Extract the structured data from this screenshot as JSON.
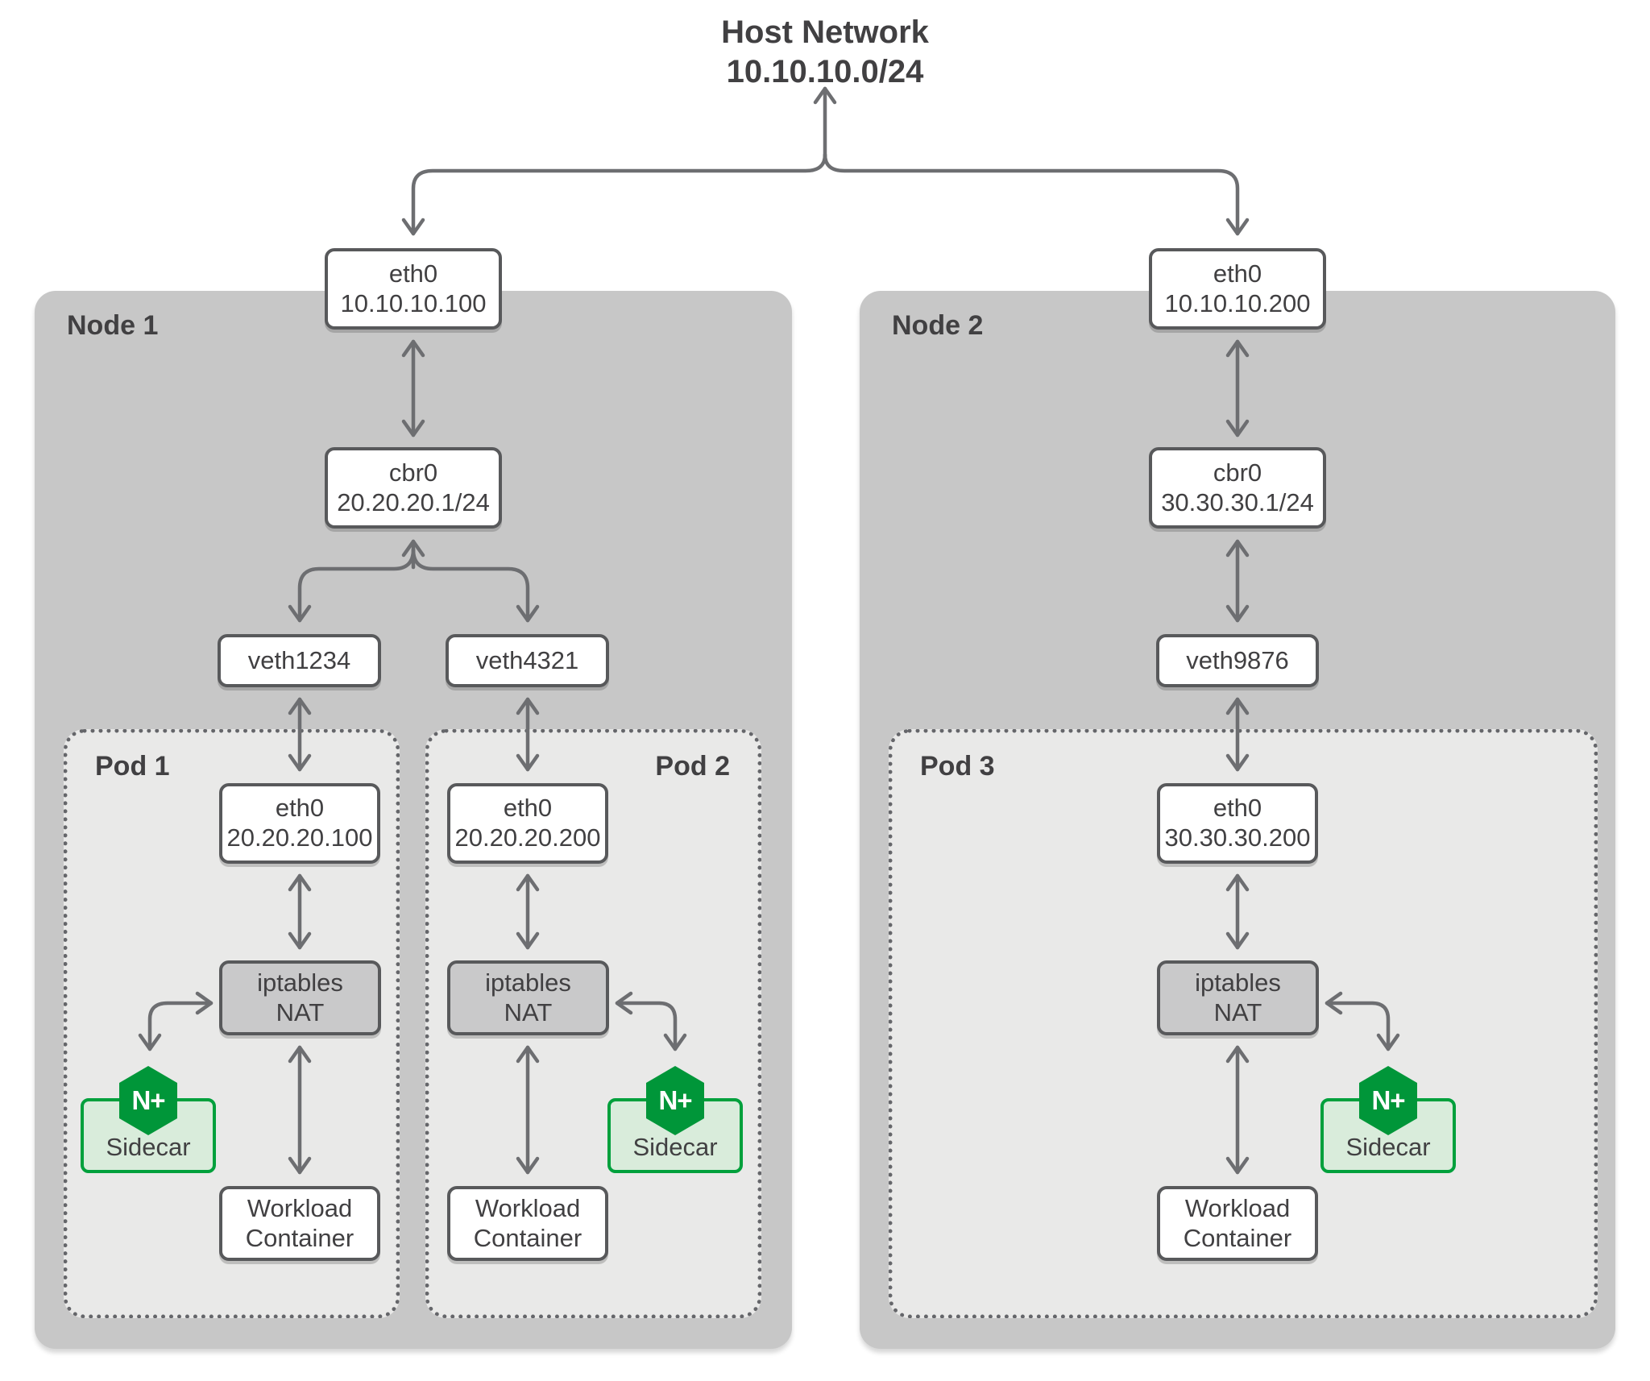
{
  "title": {
    "line1": "Host Network",
    "line2": "10.10.10.0/24"
  },
  "colors": {
    "nginx_green": "#009639",
    "sidecar_border": "#00a03c",
    "sidecar_fill": "#d9ecdb",
    "node_fill": "#c7c7c7",
    "pod_fill": "#e9e9e8",
    "nat_fill": "#c9c9ca",
    "box_border": "#58595b",
    "arrow": "#6d6e71",
    "text": "#414042"
  },
  "nodes": [
    {
      "label": "Node 1",
      "eth0": {
        "name": "eth0",
        "ip": "10.10.10.100"
      },
      "bridge": {
        "name": "cbr0",
        "ip": "20.20.20.1/24"
      },
      "veths": [
        "veth1234",
        "veth4321"
      ],
      "pods": [
        {
          "label": "Pod 1",
          "eth0": {
            "name": "eth0",
            "ip": "20.20.20.100"
          },
          "nat": {
            "line1": "iptables",
            "line2": "NAT"
          },
          "sidecar": {
            "icon": "N+",
            "label": "Sidecar"
          },
          "workload": {
            "line1": "Workload",
            "line2": "Container"
          }
        },
        {
          "label": "Pod 2",
          "eth0": {
            "name": "eth0",
            "ip": "20.20.20.200"
          },
          "nat": {
            "line1": "iptables",
            "line2": "NAT"
          },
          "sidecar": {
            "icon": "N+",
            "label": "Sidecar"
          },
          "workload": {
            "line1": "Workload",
            "line2": "Container"
          }
        }
      ]
    },
    {
      "label": "Node 2",
      "eth0": {
        "name": "eth0",
        "ip": "10.10.10.200"
      },
      "bridge": {
        "name": "cbr0",
        "ip": "30.30.30.1/24"
      },
      "veths": [
        "veth9876"
      ],
      "pods": [
        {
          "label": "Pod 3",
          "eth0": {
            "name": "eth0",
            "ip": "30.30.30.200"
          },
          "nat": {
            "line1": "iptables",
            "line2": "NAT"
          },
          "sidecar": {
            "icon": "N+",
            "label": "Sidecar"
          },
          "workload": {
            "line1": "Workload",
            "line2": "Container"
          }
        }
      ]
    }
  ]
}
